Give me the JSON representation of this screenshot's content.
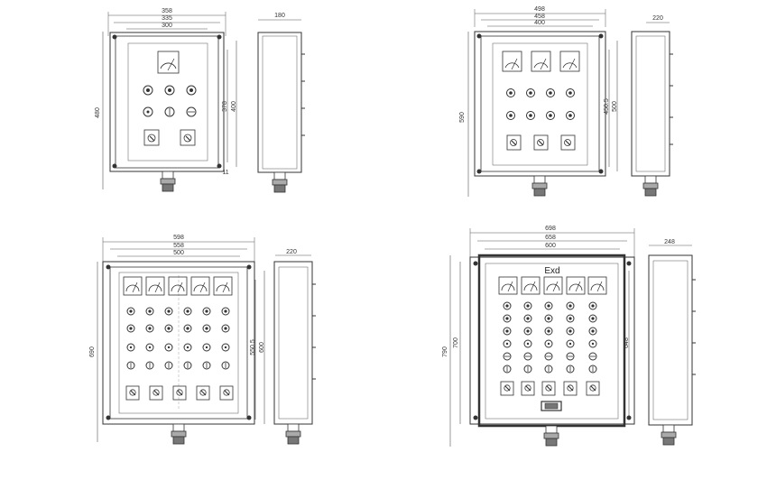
{
  "panels": [
    {
      "front": {
        "outer_w": 358,
        "mid_w": 335,
        "inner_w": 300,
        "height": 480,
        "inner_h1": 378,
        "inner_h2": 400
      },
      "side_depth": 180,
      "label": "",
      "layout": {
        "meters": 1,
        "lamp_rows": 2,
        "lamp_cols": 3,
        "switches": 2
      }
    },
    {
      "front": {
        "outer_w": 498,
        "mid_w": 458,
        "inner_w": 400,
        "height": 590,
        "inner_h1": "450.5",
        "inner_h2": 500
      },
      "side_depth": 220,
      "label": "",
      "layout": {
        "meters": 3,
        "lamp_rows": 2,
        "lamp_cols": 4,
        "switches": 3
      }
    },
    {
      "front": {
        "outer_w": 598,
        "mid_w": 558,
        "inner_w": 500,
        "height": 690,
        "inner_h1": "550.5",
        "inner_h2": 600
      },
      "side_depth": 220,
      "label": "",
      "layout": {
        "meters": 5,
        "lamp_rows": 4,
        "lamp_cols": 6,
        "switches": 5
      }
    },
    {
      "front": {
        "outer_w": 698,
        "mid_w": 658,
        "inner_w": 600,
        "height": 790,
        "inner_h1": 700,
        "inner_h2": 648
      },
      "side_depth": 248,
      "label": "Exd",
      "layout": {
        "meters": 5,
        "lamp_rows": 6,
        "lamp_cols": 5,
        "switches": 5
      }
    }
  ],
  "small_dims": [
    "11"
  ],
  "colors": {
    "line": "#333333",
    "dim": "#555555",
    "accent": "#444444"
  }
}
